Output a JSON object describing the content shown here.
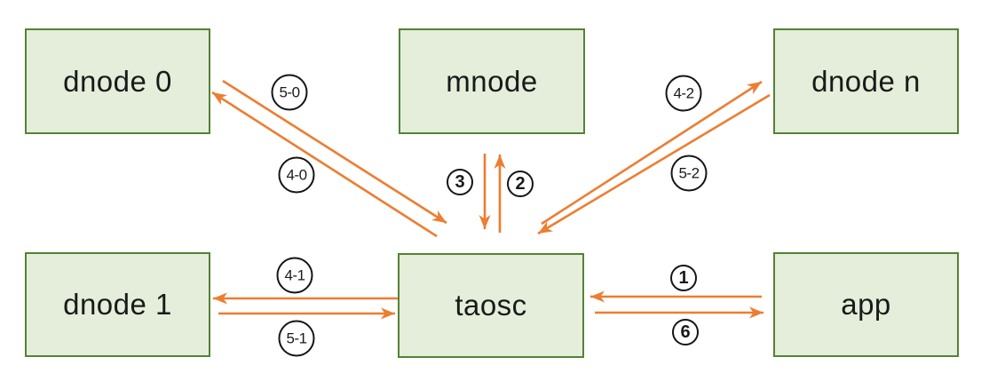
{
  "nodes": {
    "dnode0": "dnode 0",
    "mnode": "mnode",
    "dnoden": "dnode n",
    "dnode1": "dnode 1",
    "taosc": "taosc",
    "app": "app"
  },
  "edges": [
    {
      "label": "1",
      "from": "app",
      "to": "taosc"
    },
    {
      "label": "2",
      "from": "taosc",
      "to": "mnode"
    },
    {
      "label": "3",
      "from": "mnode",
      "to": "taosc"
    },
    {
      "label": "4-0",
      "from": "taosc",
      "to": "dnode 0"
    },
    {
      "label": "5-0",
      "from": "dnode 0",
      "to": "taosc"
    },
    {
      "label": "4-1",
      "from": "taosc",
      "to": "dnode 1"
    },
    {
      "label": "5-1",
      "from": "dnode 1",
      "to": "taosc"
    },
    {
      "label": "4-2",
      "from": "taosc",
      "to": "dnode n"
    },
    {
      "label": "5-2",
      "from": "dnode n",
      "to": "taosc"
    },
    {
      "label": "6",
      "from": "taosc",
      "to": "app"
    }
  ],
  "colors": {
    "node_fill": "#e4eeda",
    "node_border": "#548235",
    "arrow": "#ed7d31",
    "circle_border": "#151515",
    "text": "#1a1a1a",
    "background": "#ffffff"
  }
}
